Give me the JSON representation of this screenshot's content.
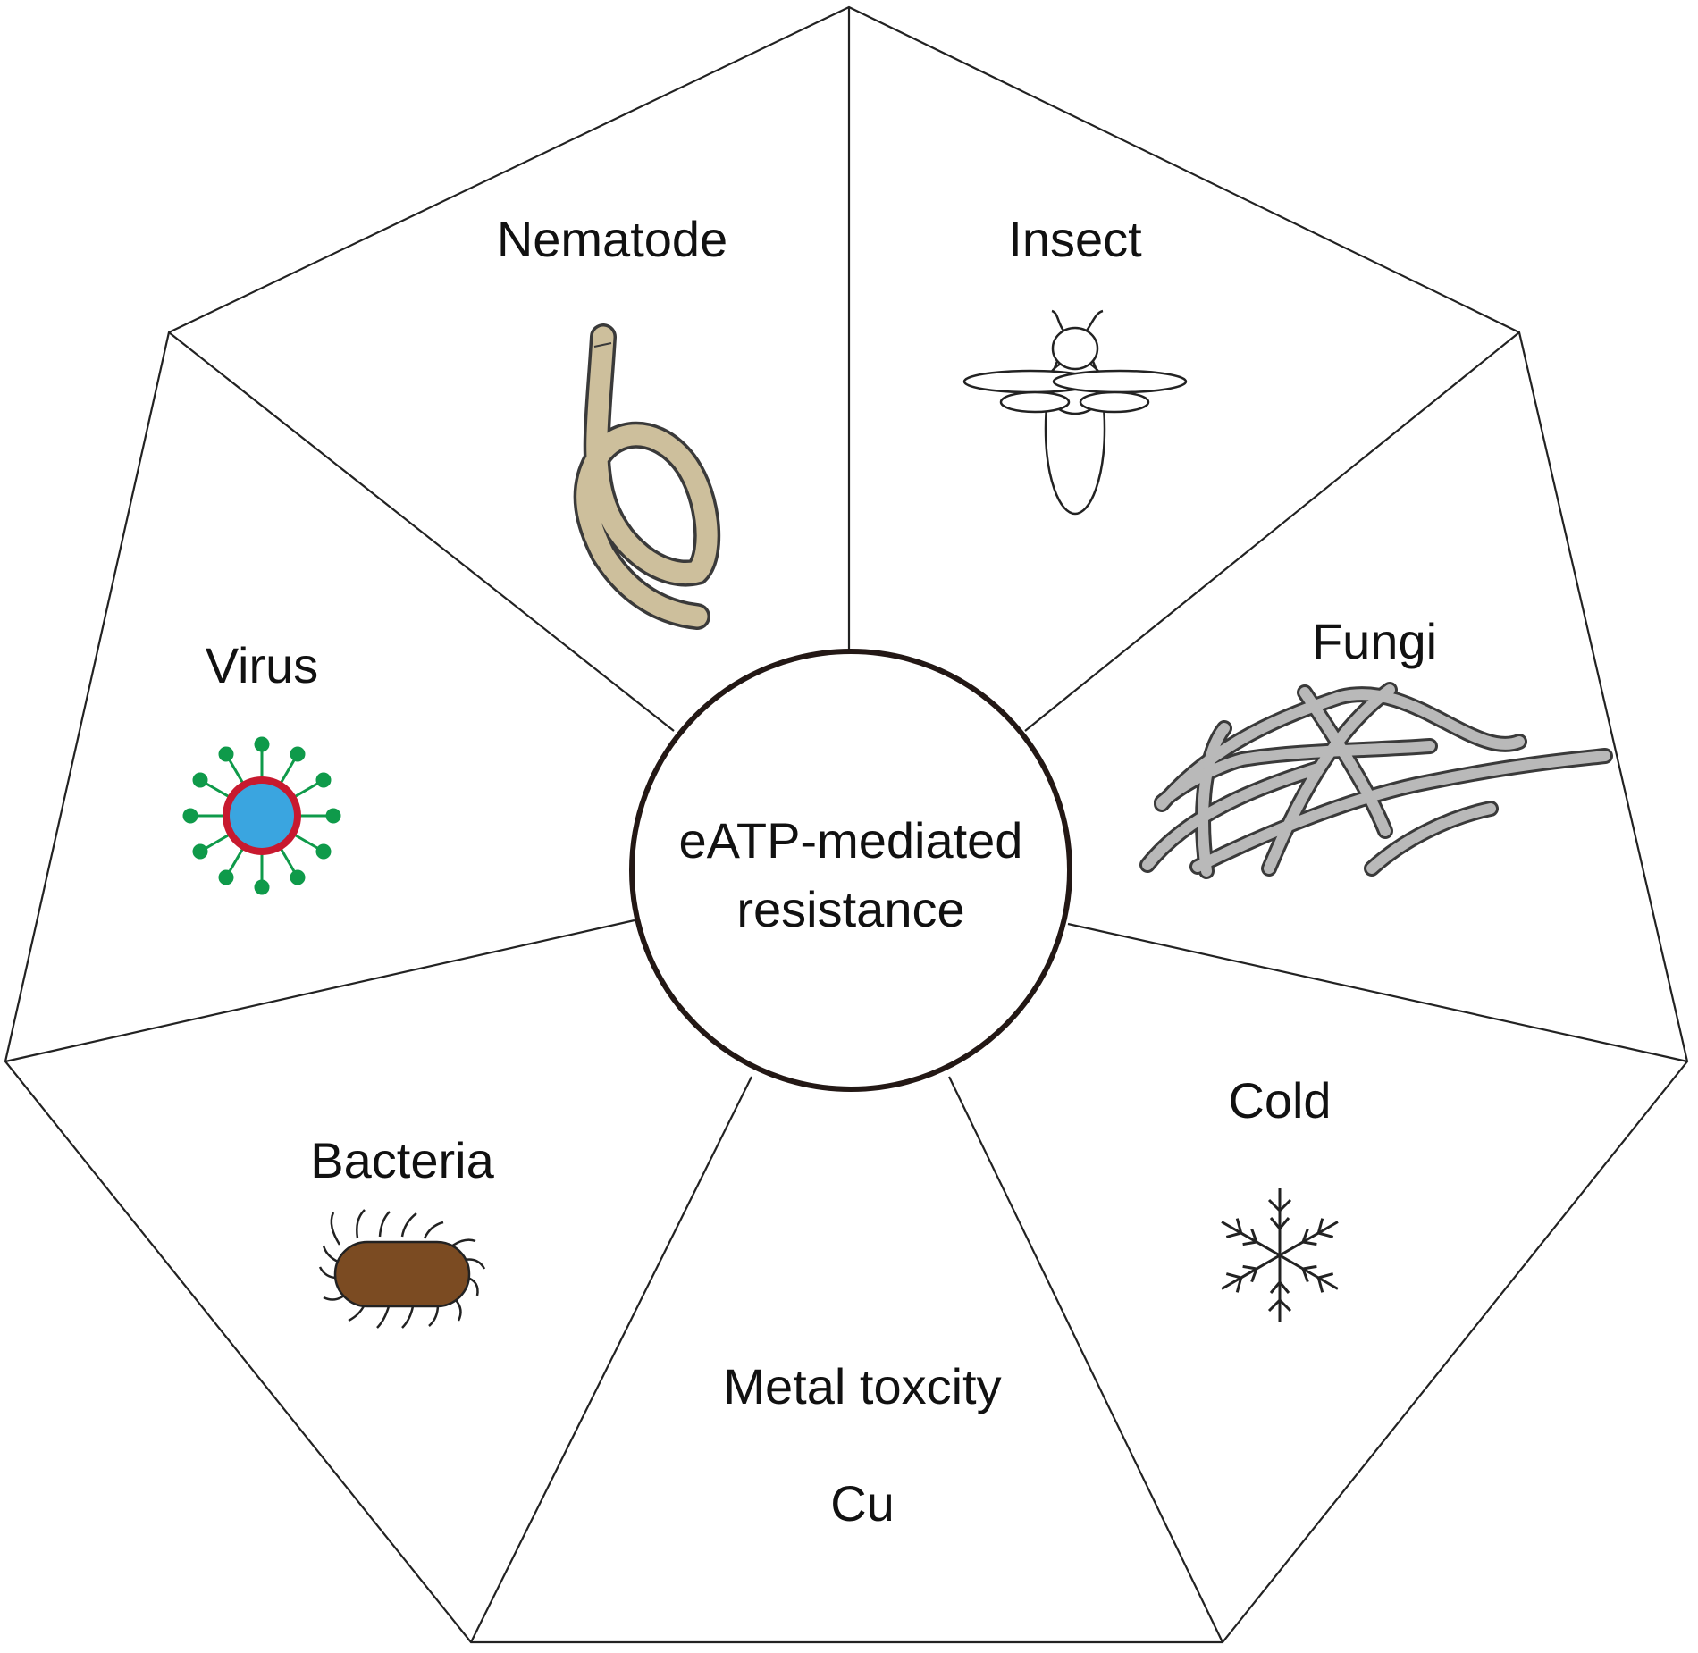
{
  "center": {
    "line1": "eATP-mediated",
    "line2": "resistance"
  },
  "segments": {
    "nematode": {
      "label": "Nematode",
      "icon": "nematode-icon"
    },
    "insect": {
      "label": "Insect",
      "icon": "insect-icon"
    },
    "fungi": {
      "label": "Fungi",
      "icon": "fungi-icon"
    },
    "cold": {
      "label": "Cold",
      "icon": "snowflake-icon"
    },
    "metal": {
      "label": "Metal toxcity",
      "sublabel": "Cu"
    },
    "bacteria": {
      "label": "Bacteria",
      "icon": "bacterium-icon"
    },
    "virus": {
      "label": "Virus",
      "icon": "virus-icon"
    }
  },
  "colors": {
    "nematode": "#cdbf9c",
    "fungi": "#b9b9b9",
    "bacteria": "#7b4b22",
    "virus_core": "#3aa5e0",
    "virus_ring": "#c8192f",
    "virus_spikes": "#0f9a4a"
  }
}
